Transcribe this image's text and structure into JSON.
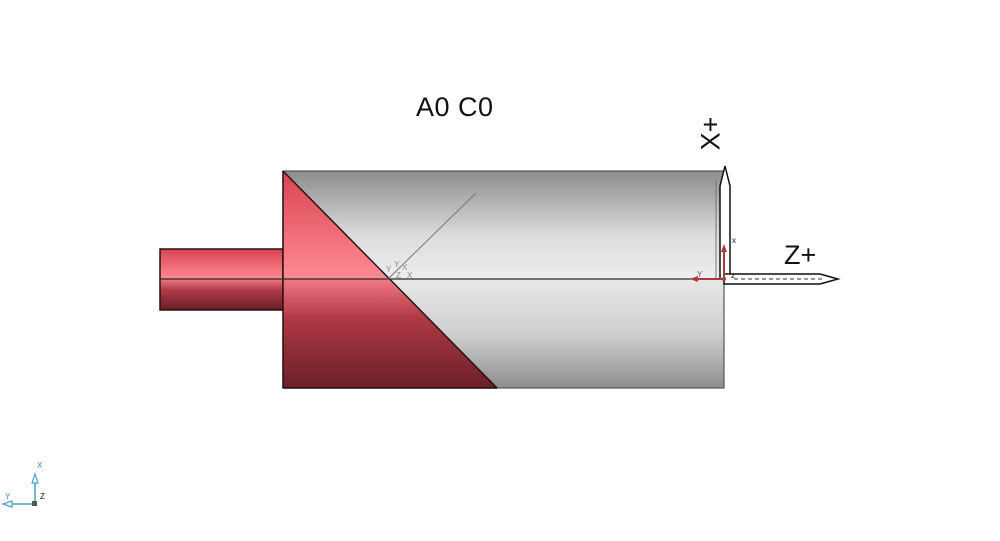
{
  "viewport": {
    "title": "A0 C0",
    "axis_labels": {
      "x_plus": "X+",
      "z_plus": "Z+"
    },
    "part": {
      "small_cylinder_color": "#e0505e",
      "red_cone_color": "#d8404e",
      "body_color": "#d8d8d8"
    },
    "work_csys_labels": {
      "x": "x",
      "y": "Y",
      "z": "z"
    },
    "cone_csys_labels": {
      "x1": "X",
      "x2": "X",
      "y1": "Y",
      "y2": "Y",
      "z": "Z"
    },
    "corner_triad": {
      "x": "X",
      "y": "Y",
      "z": "Z",
      "color": "#2a8fc4"
    }
  }
}
